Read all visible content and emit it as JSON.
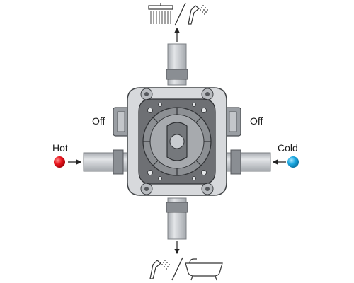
{
  "labels": {
    "off_left": "Off",
    "off_right": "Off",
    "hot": "Hot",
    "cold": "Cold"
  },
  "icons": {
    "top_left": "overhead-shower-icon",
    "top_right": "hand-shower-icon",
    "bottom_left": "hand-shower-icon",
    "bottom_right": "bathtub-icon"
  },
  "colors": {
    "hot": "#e8141c",
    "cold": "#1aa7e0",
    "pipe": "#c9cdd2",
    "body": "#6e7074"
  }
}
